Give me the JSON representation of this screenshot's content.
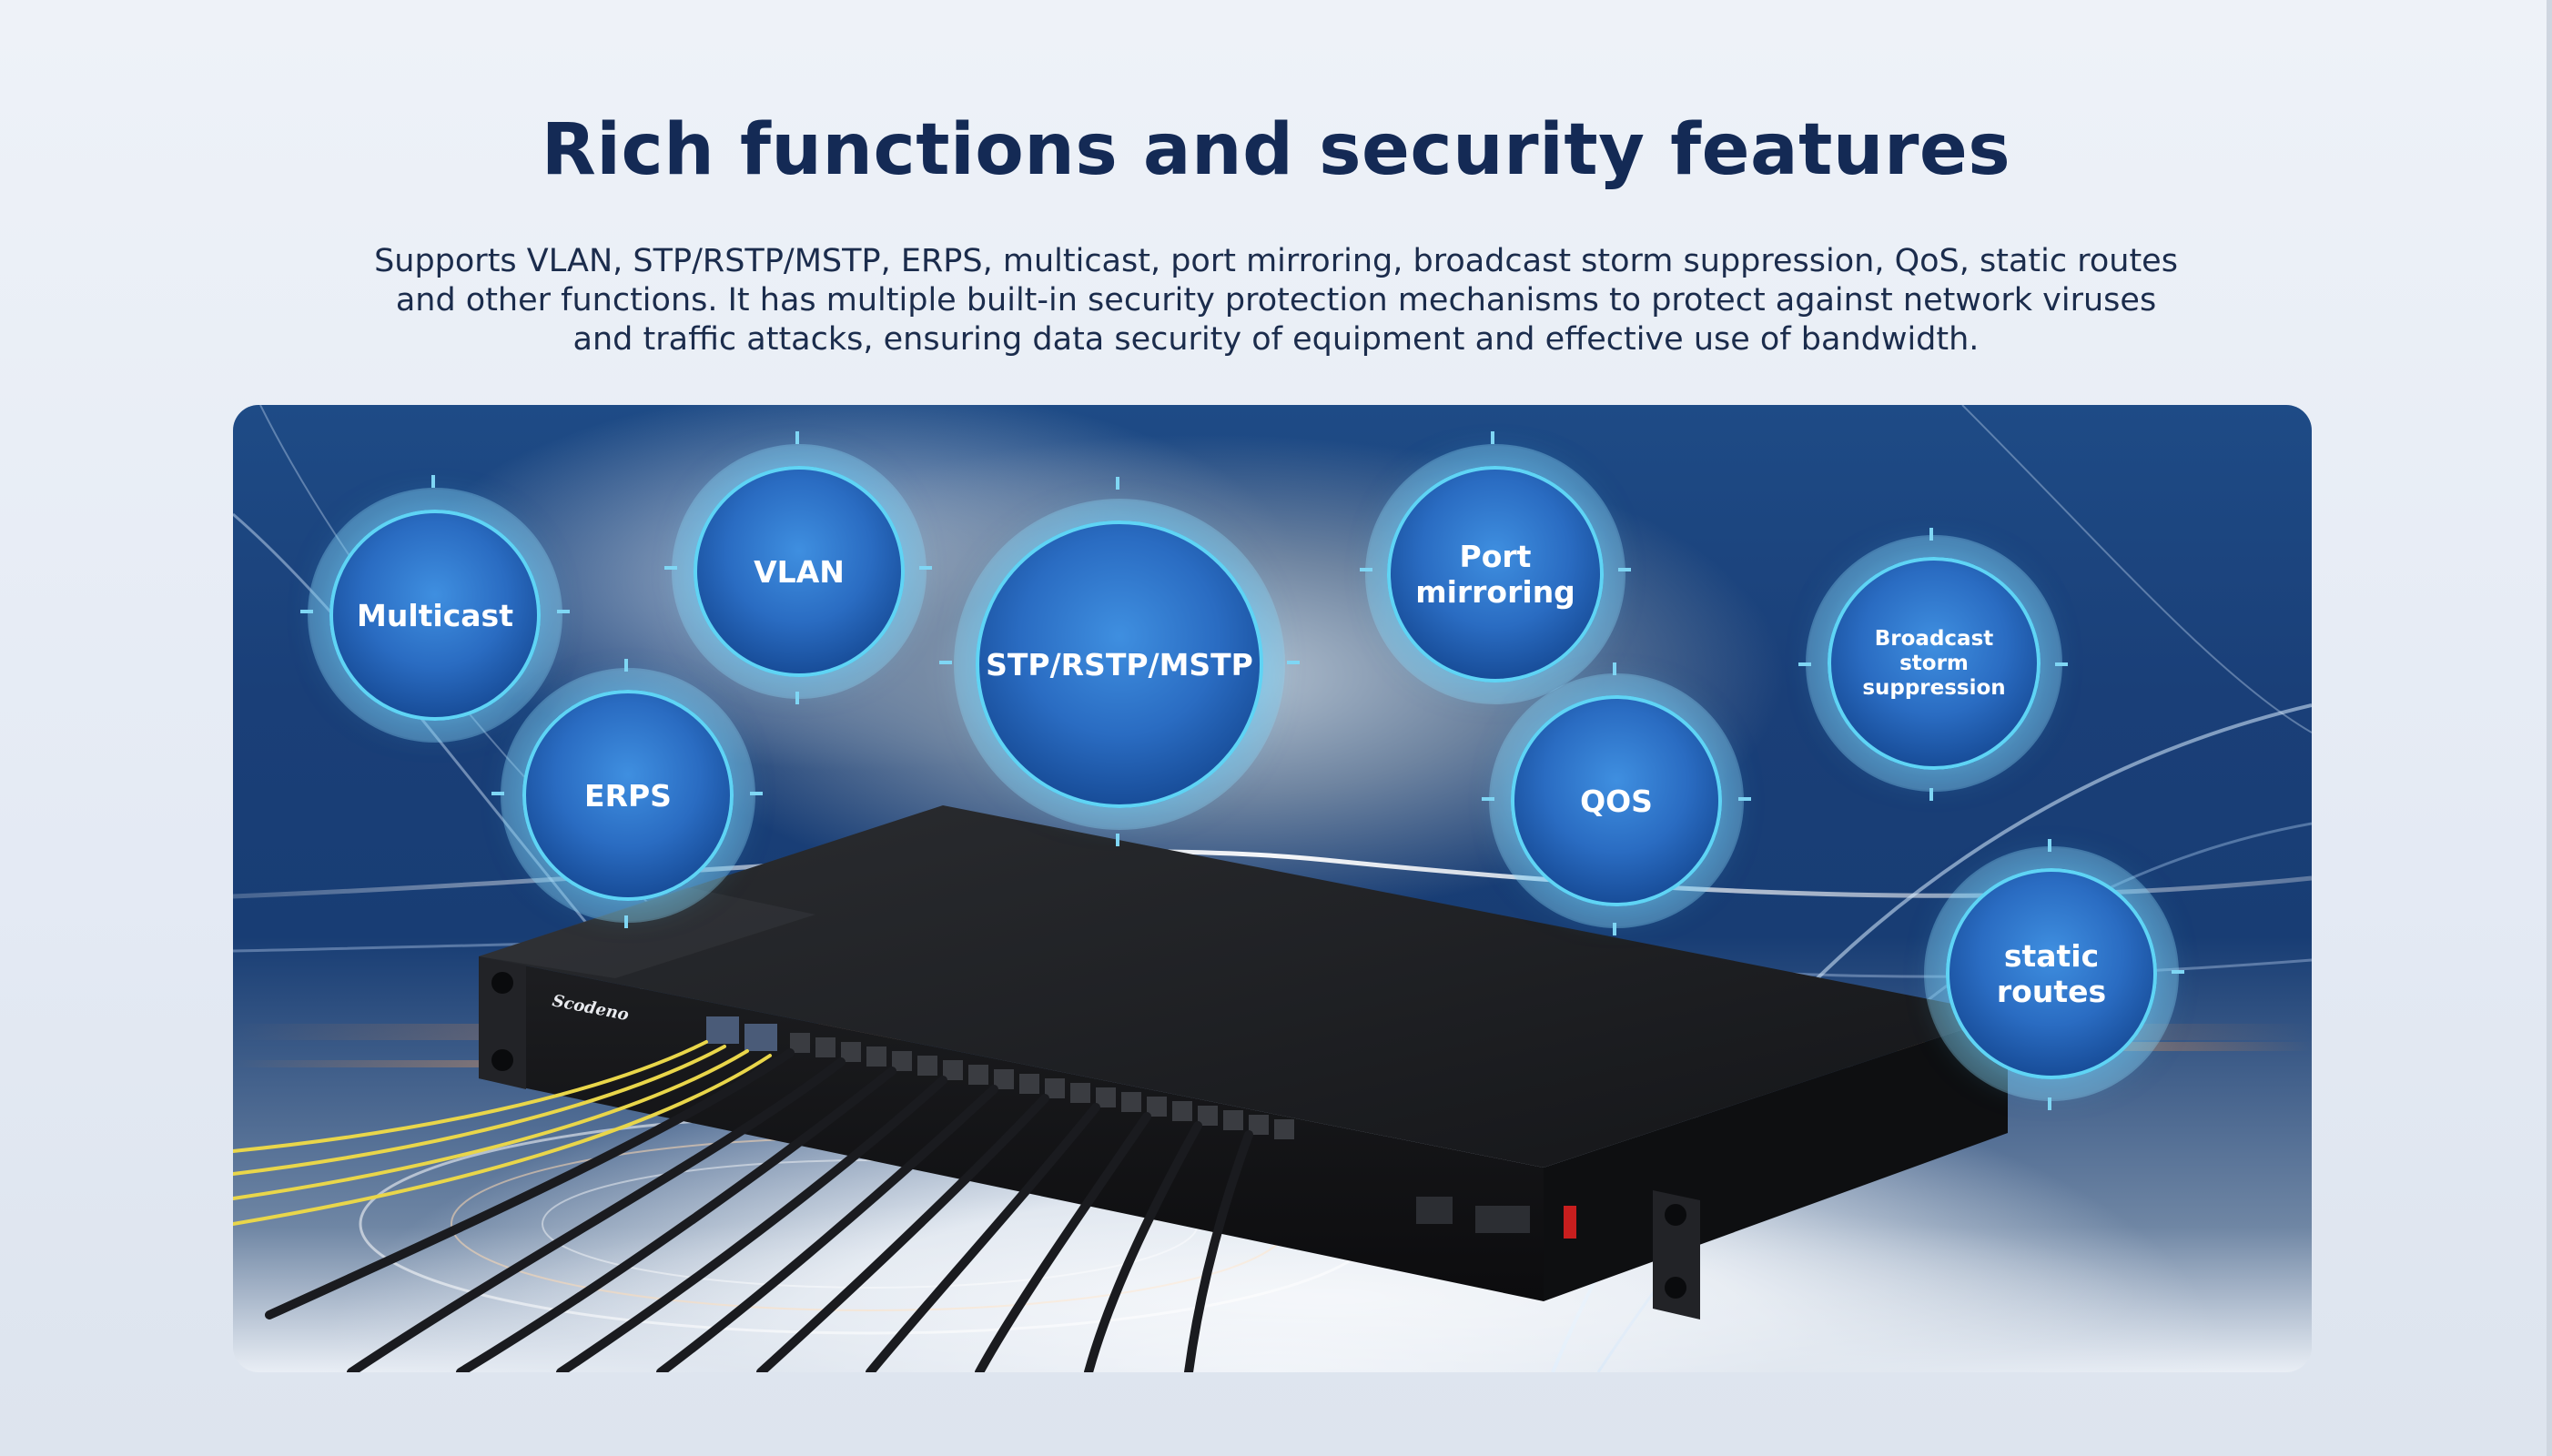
{
  "heading": "Rich functions and security features",
  "description": [
    "Supports VLAN, STP/RSTP/MSTP, ERPS, multicast, port mirroring, broadcast storm suppression, QoS, static routes",
    "and other functions. It has multiple built-in security protection mechanisms to protect against network viruses",
    "and traffic attacks, ensuring data security of equipment and effective use of bandwidth."
  ],
  "features": {
    "multicast": "Multicast",
    "vlan": "VLAN",
    "stp": "STP/RSTP/MSTP",
    "port_mirroring": "Port mirroring",
    "broadcast_line1": "Broadcast",
    "broadcast_line2": "storm suppression",
    "erps": "ERPS",
    "qos": "QOS",
    "static_routes": "static routes"
  },
  "device": {
    "brand": "Scodeno"
  },
  "colors": {
    "heading": "#142a55",
    "bubble_ring": "#5fd4f5",
    "bubble_fill": "#2a6cc2"
  }
}
